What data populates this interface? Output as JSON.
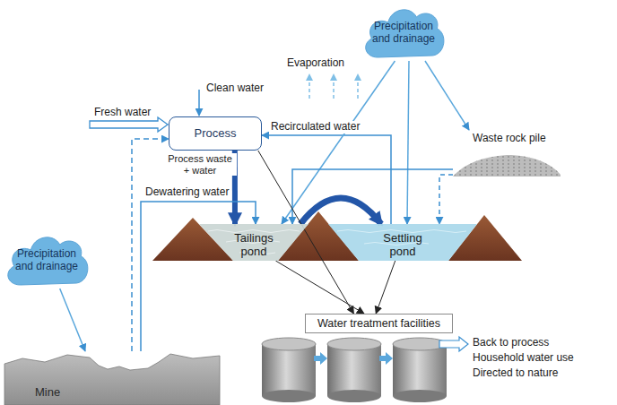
{
  "diagram": {
    "nodes": [
      {
        "text": [
          "Precipitation and drainage"
        ]
      },
      {
        "text": [
          "Process"
        ]
      },
      {
        "text": [
          "Waste rock pile"
        ]
      },
      {
        "text": [
          "Tailings pond"
        ]
      },
      {
        "text": [
          "Settling pond"
        ]
      },
      {
        "text": [
          "Precipitation and drainage"
        ]
      },
      {
        "text": [
          "Water treatment facilities"
        ]
      },
      {
        "text": [
          "Mine"
        ]
      }
    ],
    "edges": [
      {
        "from": 1,
        "to": 3,
        "label": "Process waste + water",
        "arrow": "to"
      },
      {
        "from": 4,
        "to": 1,
        "label": "Recirculated water",
        "arrow": "to"
      },
      {
        "from": 7,
        "to": 3,
        "label": "Dewatering water",
        "arrow": "to"
      },
      {
        "from": 7,
        "to": 1,
        "arrow": "to"
      },
      {
        "from": 0,
        "to": 3,
        "arrow": "to"
      },
      {
        "from": 0,
        "to": 4,
        "arrow": "to"
      },
      {
        "from": 0,
        "to": 2,
        "arrow": "to"
      },
      {
        "from": 2,
        "to": 3,
        "arrow": "to"
      },
      {
        "from": 2,
        "to": 4,
        "arrow": "to"
      },
      {
        "from": 3,
        "to": 4,
        "arrow": "to"
      },
      {
        "from": 5,
        "to": 7,
        "arrow": "to"
      },
      {
        "from": 1,
        "to": 6,
        "arrow": "to"
      },
      {
        "from": 3,
        "to": 6,
        "arrow": "to"
      },
      {
        "from": 4,
        "to": 6,
        "arrow": "to"
      }
    ],
    "labels": [
      "Evaporation",
      "Clean water",
      "Fresh water",
      "Back to process",
      "Household water use",
      "Directed to nature"
    ]
  }
}
